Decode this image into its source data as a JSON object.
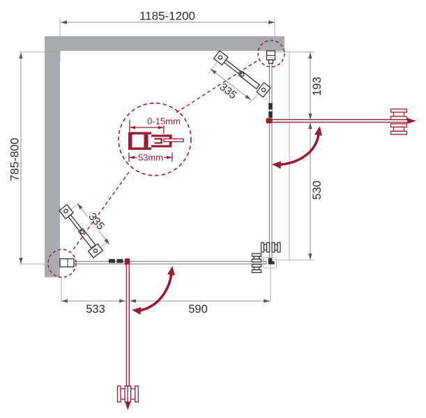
{
  "drawing": {
    "description": "Corner shower enclosure plan-view installation dimension diagram",
    "dims": {
      "width": "1185-1200",
      "depth": "785-800",
      "right_fixed": "193",
      "right_door": "530",
      "bottom_fixed": "533",
      "bottom_door": "590",
      "support_top": "335",
      "support_bottom": "335"
    },
    "detail": {
      "adjustment": "0-15mm",
      "profile_width": "53mm"
    },
    "colors": {
      "accent": "#9B1B33",
      "wall": "#A7ABAF",
      "ink": "#2F3234",
      "dim_line": "#8F9397",
      "ext_line": "#ACB0B3"
    }
  }
}
